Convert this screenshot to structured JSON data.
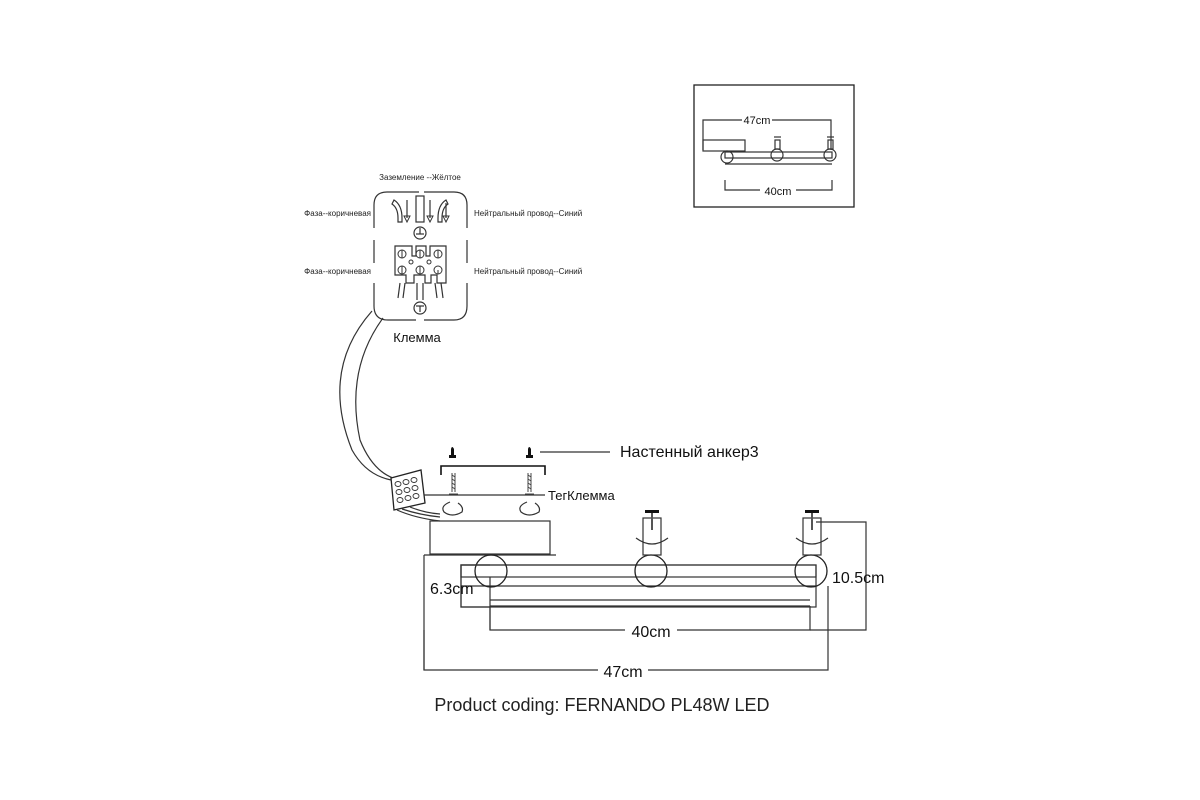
{
  "wiring": {
    "ground_label": "Заземление --Жёлтое",
    "phase_label_top": "Фаза--коричневая",
    "phase_label_bottom": "Фаза--коричневая",
    "neutral_label_top": "Нейтральный провод--Синий",
    "neutral_label_bottom": "Нейтральный провод--Синий",
    "terminal_label": "Клемма"
  },
  "mounting": {
    "anchor_label": "Настенный анкер3",
    "terminal_label": "ТегКлемма"
  },
  "dimensions": {
    "height": "10.5cm",
    "depth": "6.3cm",
    "inner_width": "40cm",
    "outer_width": "47cm"
  },
  "inset": {
    "outer_width": "47cm",
    "inner_width": "40cm"
  },
  "caption": "Product coding: FERNANDO PL48W LED"
}
